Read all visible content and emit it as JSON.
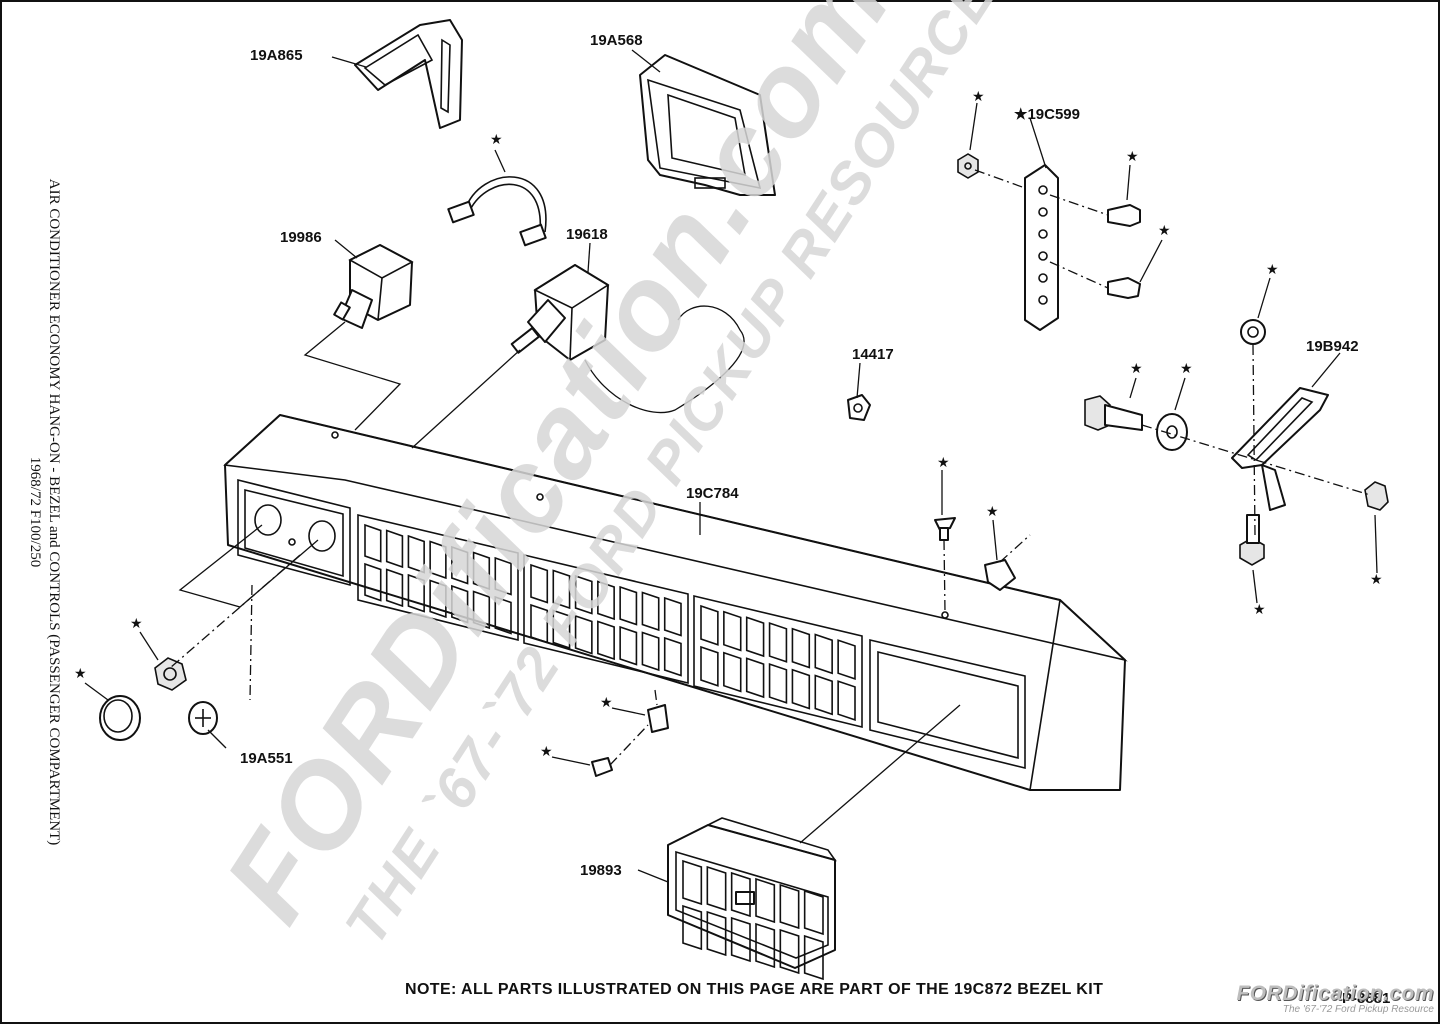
{
  "title": {
    "line1": "AIR CONDITIONER ECONOMY HANG-ON - BEZEL and CONTROLS (PASSENGER COMPARTMENT)",
    "line2": "1968/72 F100/250"
  },
  "callouts": {
    "p19A865": "19A865",
    "p19A568": "19A568",
    "p19C599": "★19C599",
    "p19986": "19986",
    "p19618": "19618",
    "p14417": "14417",
    "p19B942": "19B942",
    "p19C784": "19C784",
    "p19A551": "19A551",
    "p19893": "19893"
  },
  "star_symbol": "★",
  "note": "NOTE: ALL PARTS ILLUSTRATED ON THIS PAGE ARE PART OF THE 19C872 BEZEL KIT",
  "plate_number": "P-8881",
  "watermark": {
    "main": "FORDification.com",
    "sub": "THE `67-`72 FORD PICKUP RESOURCE"
  },
  "logo": {
    "name": "FORDification.com",
    "tagline": "The '67-'72 Ford Pickup Resource"
  }
}
